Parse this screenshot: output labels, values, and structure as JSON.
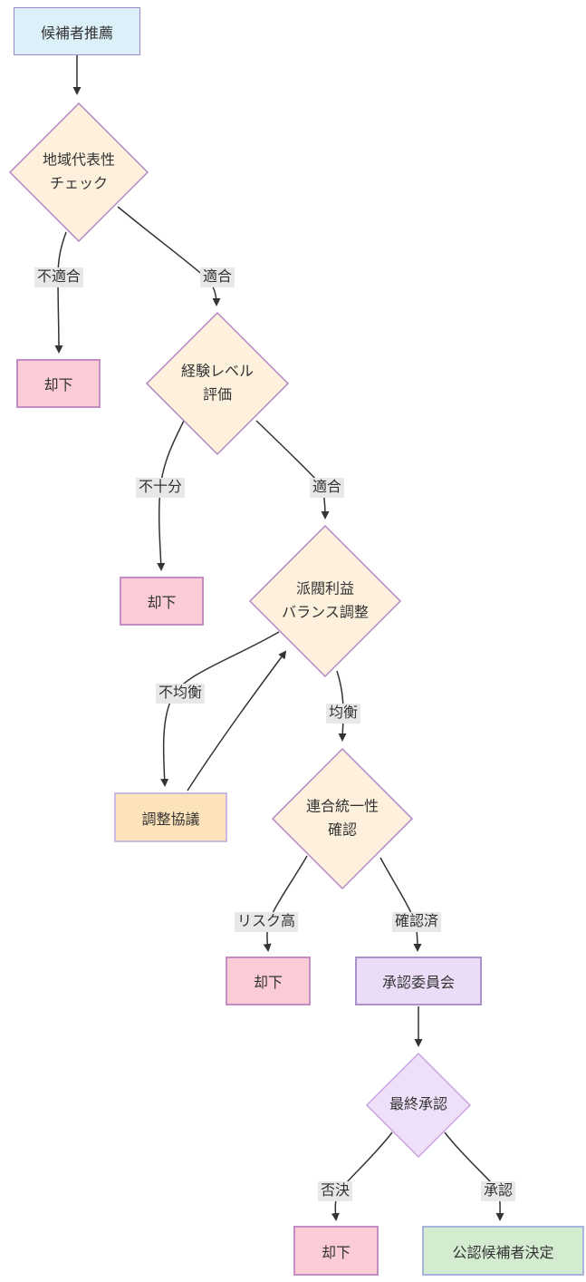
{
  "diagram": {
    "title": "candidate-endorsement-flowchart",
    "nodes": {
      "start": {
        "label": "候補者推薦",
        "type": "rect"
      },
      "regional_check": {
        "label": "地域代表性\nチェック",
        "type": "decision"
      },
      "reject1": {
        "label": "却下",
        "type": "rect"
      },
      "experience_eval": {
        "label": "経験レベル\n評価",
        "type": "decision"
      },
      "reject2": {
        "label": "却下",
        "type": "rect"
      },
      "faction_balance": {
        "label": "派閥利益\nバランス調整",
        "type": "decision"
      },
      "adjustment_talks": {
        "label": "調整協議",
        "type": "rect"
      },
      "unity_check": {
        "label": "連合統一性\n確認",
        "type": "decision"
      },
      "reject3": {
        "label": "却下",
        "type": "rect"
      },
      "approval_committee": {
        "label": "承認委員会",
        "type": "rect"
      },
      "final_approval": {
        "label": "最終承認",
        "type": "decision"
      },
      "reject4": {
        "label": "却下",
        "type": "rect"
      },
      "official_candidate": {
        "label": "公認候補者決定",
        "type": "rect"
      }
    },
    "edge_labels": {
      "unfit": "不適合",
      "fit_regional": "適合",
      "insufficient": "不十分",
      "fit_experience": "適合",
      "imbalanced": "不均衡",
      "balanced": "均衡",
      "high_risk": "リスク高",
      "confirmed": "確認済",
      "voted_down": "否決",
      "approved": "承認"
    },
    "colors": {
      "start_fill": "#dcf0fa",
      "start_border": "#9c89cc",
      "decision_fill": "#fdf0dc",
      "decision_border": "#b287c7",
      "reject_fill": "#fbccd5",
      "reject_border": "#c48cc4",
      "process_fill": "#fce3ba",
      "process_border": "#cbb9e3",
      "committee_fill": "#ebdcf7",
      "committee_border": "#ab92c9",
      "final_fill": "#eee0f8",
      "final_border": "#c9a3e0",
      "success_fill": "#d3ecd0",
      "success_border": "#a8b4dc",
      "edge_color": "#333333",
      "edge_label_bg": "#e8e8e8"
    }
  }
}
